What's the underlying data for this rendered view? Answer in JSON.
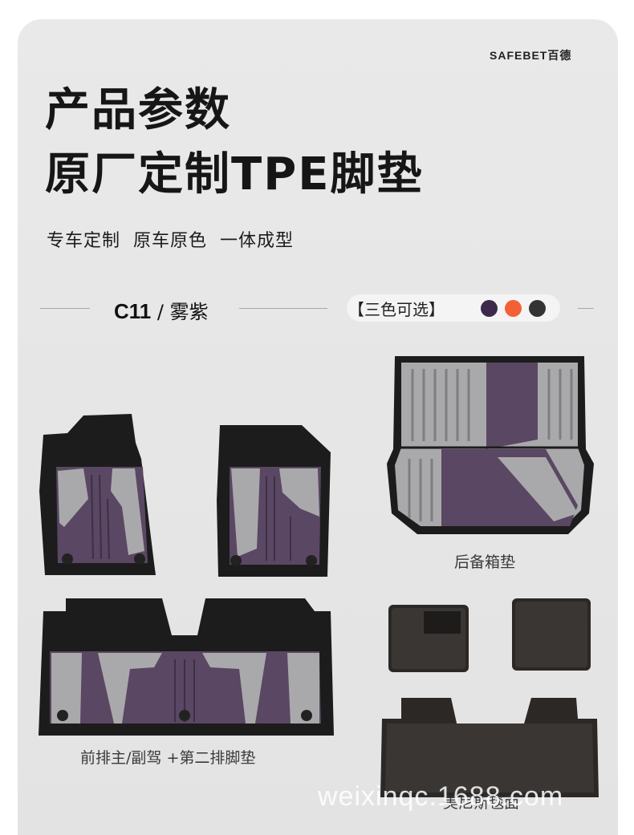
{
  "brand": "SAFEBET百德",
  "title_line1": "产品参数",
  "title_line2": "原厂定制TPE脚垫",
  "subtitle": "专车定制  原车原色  一体成型",
  "model_code": "C11",
  "model_sep": " / ",
  "model_color": "雾紫",
  "color_options_label": "【三色可选】",
  "color_options": [
    "#3b2a4a",
    "#f26036",
    "#333333"
  ],
  "captions": {
    "trunk": "后备箱垫",
    "front_rear": "前排主/副驾 +第二排脚垫",
    "carpet": "美尼斯毯面"
  },
  "watermark": "weixinqc.1688.com",
  "colors": {
    "mat_purple": "#5a4763",
    "mat_grey": "#a9a9ab",
    "mat_black": "#1c1c1c"
  }
}
